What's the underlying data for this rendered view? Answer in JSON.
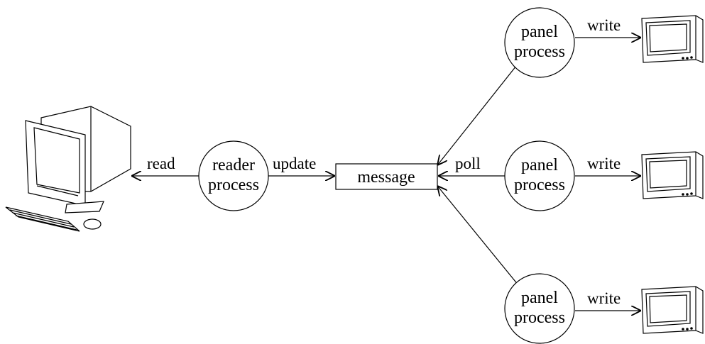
{
  "diagram": {
    "nodes": {
      "reader": {
        "line1": "reader",
        "line2": "process"
      },
      "message": {
        "label": "message"
      },
      "panel_top": {
        "line1": "panel",
        "line2": "process"
      },
      "panel_mid": {
        "line1": "panel",
        "line2": "process"
      },
      "panel_bottom": {
        "line1": "panel",
        "line2": "process"
      }
    },
    "edges": {
      "read": "read",
      "update": "update",
      "poll": "poll",
      "write_top": "write",
      "write_mid": "write",
      "write_bottom": "write"
    },
    "icons": [
      "computer-terminal-icon",
      "display-monitor-icon"
    ]
  }
}
